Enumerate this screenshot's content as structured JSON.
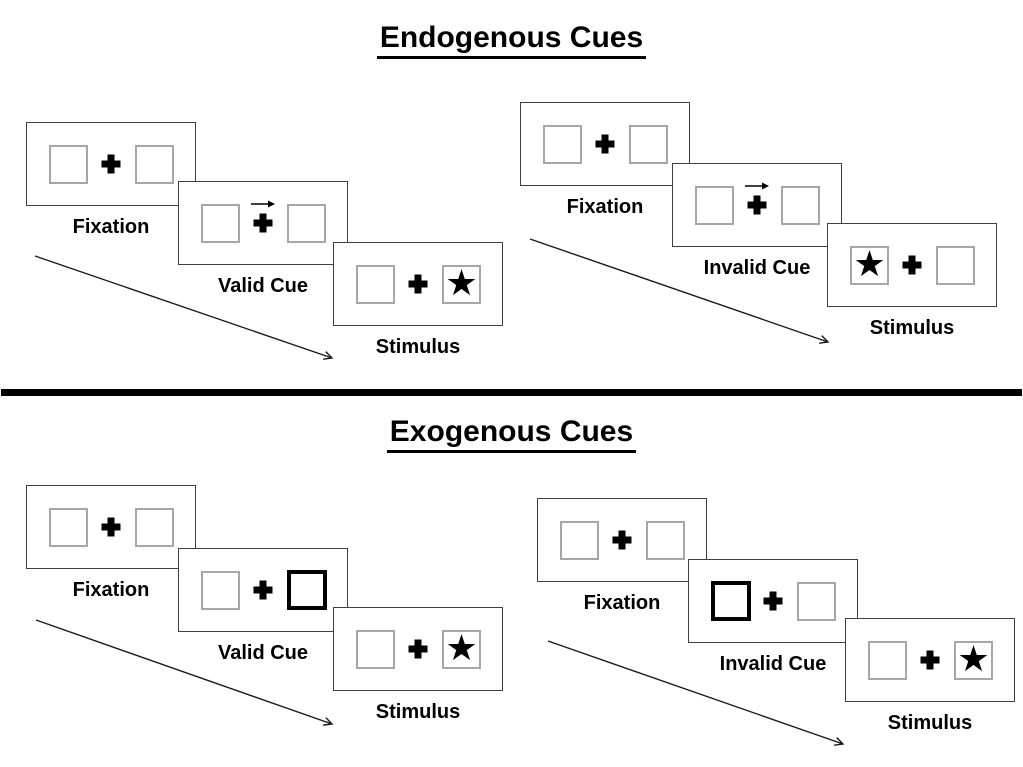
{
  "colors": {
    "background": "#ffffff",
    "ink": "#000000",
    "panel_border": "#3f3f3f",
    "target_box_border": "#a6a6a6",
    "cue_highlight_border": "#000000",
    "divider": "#000000"
  },
  "glyphs": {
    "star": "★",
    "fixation_cross": "+",
    "cue_arrow": "→"
  },
  "sections": [
    {
      "id": "endogenous",
      "title": "Endogenous Cues",
      "trials": [
        {
          "id": "endogenous-valid",
          "frames": [
            {
              "label": "Fixation",
              "left_box": "empty",
              "right_box": "empty",
              "cue": "none"
            },
            {
              "label": "Valid Cue",
              "left_box": "empty",
              "right_box": "empty",
              "cue": "central-arrow-pointing-right"
            },
            {
              "label": "Stimulus",
              "left_box": "empty",
              "right_box": "star",
              "cue": "none"
            }
          ]
        },
        {
          "id": "endogenous-invalid",
          "frames": [
            {
              "label": "Fixation",
              "left_box": "empty",
              "right_box": "empty",
              "cue": "none"
            },
            {
              "label": "Invalid Cue",
              "left_box": "empty",
              "right_box": "empty",
              "cue": "central-arrow-pointing-right"
            },
            {
              "label": "Stimulus",
              "left_box": "star",
              "right_box": "empty",
              "cue": "none"
            }
          ]
        }
      ]
    },
    {
      "id": "exogenous",
      "title": "Exogenous Cues",
      "trials": [
        {
          "id": "exogenous-valid",
          "frames": [
            {
              "label": "Fixation",
              "left_box": "empty",
              "right_box": "empty",
              "cue": "none"
            },
            {
              "label": "Valid Cue",
              "left_box": "empty",
              "right_box": "highlighted-bold-box",
              "cue": "peripheral-box-right"
            },
            {
              "label": "Stimulus",
              "left_box": "empty",
              "right_box": "star",
              "cue": "none"
            }
          ]
        },
        {
          "id": "exogenous-invalid",
          "frames": [
            {
              "label": "Fixation",
              "left_box": "empty",
              "right_box": "empty",
              "cue": "none"
            },
            {
              "label": "Invalid Cue",
              "left_box": "highlighted-bold-box",
              "right_box": "empty",
              "cue": "peripheral-box-left"
            },
            {
              "label": "Stimulus",
              "left_box": "empty",
              "right_box": "star",
              "cue": "none"
            }
          ]
        }
      ]
    }
  ]
}
